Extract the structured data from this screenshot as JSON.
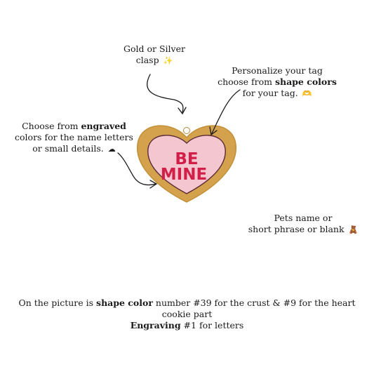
{
  "notes": {
    "clasp_line1": "Gold or Silver",
    "clasp_line2": "clasp",
    "clasp_emoji": "✨",
    "shape_line1": "Personalize your tag",
    "shape_line2_a": "choose from ",
    "shape_line2_b": "shape colors",
    "shape_line3": "for your tag.",
    "shape_emoji": "🫶",
    "engraved_line1_a": "Choose from ",
    "engraved_line1_b": "engraved",
    "engraved_line2": "colors for the name letters",
    "engraved_line3": "or small details.",
    "engraved_emoji": "☁",
    "pets_line1": "Pets name or",
    "pets_line2": "short phrase or blank",
    "pets_emoji": "🧸",
    "picture_a": "On the picture is ",
    "picture_b": "shape color",
    "picture_c": " number #39 for the crust & #9 for the heart cookie part",
    "picture_d": "Engraving",
    "picture_e": " #1 for letters"
  },
  "tag": {
    "line1": "BE",
    "line2": "MINE",
    "crust_color": "#d4a24c",
    "heart_color": "#f4c6cf",
    "letter_color": "#d21f4a",
    "outline_color": "#5a2a36"
  }
}
